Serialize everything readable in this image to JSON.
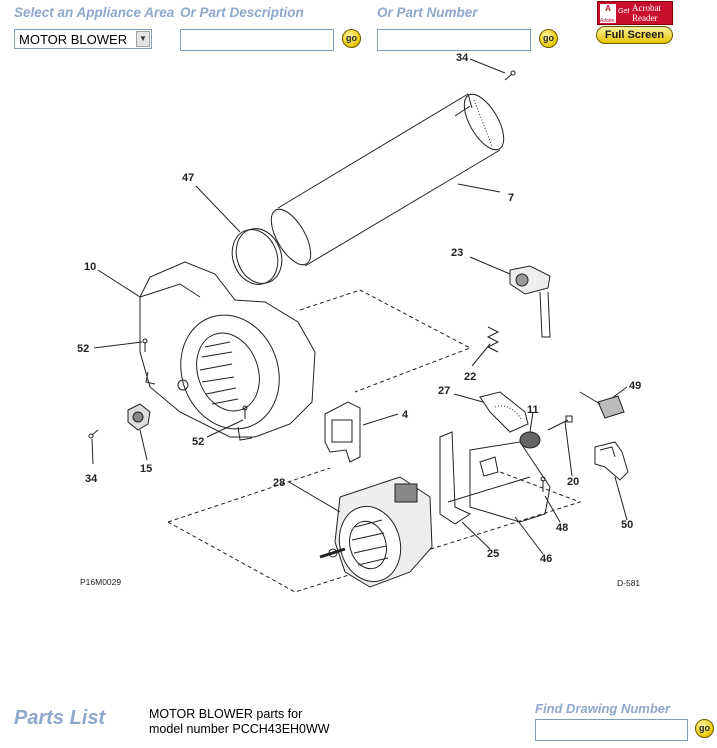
{
  "header": {
    "appliance_label": "Select an Appliance Area",
    "description_label": "Or Part Description",
    "part_number_label": "Or Part Number",
    "appliance_value": "MOTOR BLOWER",
    "description_value": "",
    "part_number_value": "",
    "go_label": "go",
    "acrobat_get": "Get",
    "acrobat_name": "Acrobat Reader",
    "acrobat_brand": "Adobe",
    "full_screen_label": "Full Screen"
  },
  "diagram": {
    "code_left": "P16M0029",
    "code_right": "D-581",
    "callouts": [
      "34",
      "7",
      "47",
      "10",
      "23",
      "52",
      "22",
      "27",
      "11",
      "4",
      "49",
      "52",
      "34",
      "15",
      "20",
      "28",
      "48",
      "50",
      "25",
      "46"
    ]
  },
  "footer": {
    "parts_list_label": "Parts List",
    "description_line1": "MOTOR BLOWER parts for",
    "description_line2": "model number PCCH43EH0WW",
    "find_drawing_label": "Find Drawing Number",
    "find_drawing_value": "",
    "go_label": "go"
  }
}
